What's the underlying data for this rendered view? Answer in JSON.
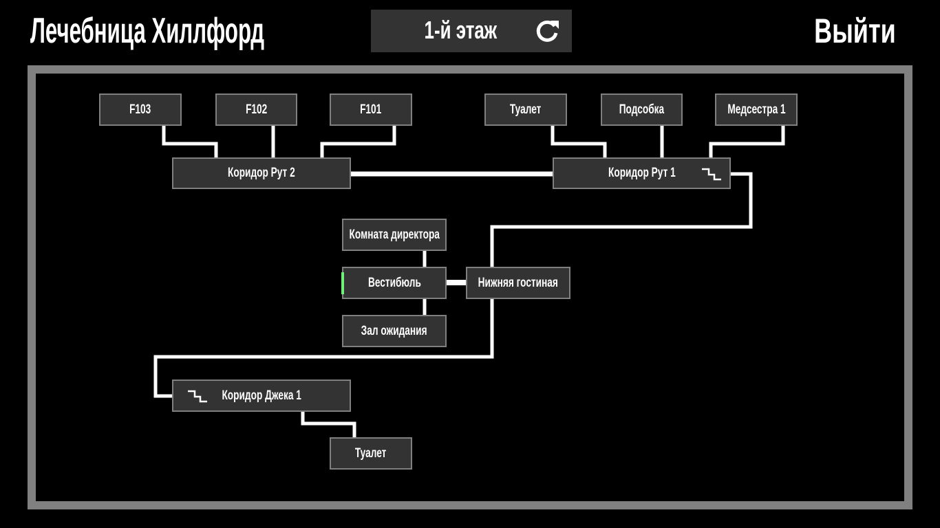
{
  "header": {
    "title": "Лечебница Хиллфорд",
    "floor_label": "1-й этаж",
    "exit_label": "Выйти"
  },
  "rooms": {
    "f103": "F103",
    "f102": "F102",
    "f101": "F101",
    "toilet1": "Туалет",
    "storage": "Подсобка",
    "nurse1": "Медсестра 1",
    "ruth2": "Коридор Рут 2",
    "ruth1": "Коридор Рут 1",
    "director": "Комната директора",
    "lobby": "Вестибюль",
    "lower_lounge": "Нижняя гостиная",
    "waiting": "Зал ожидания",
    "jack1": "Коридор Джека 1",
    "toilet2": "Туалет"
  },
  "current_room": "lobby",
  "colors": {
    "room_fill": "#333333",
    "room_border": "#808080",
    "current_marker": "#6ef07a",
    "lines": "#ffffff"
  }
}
